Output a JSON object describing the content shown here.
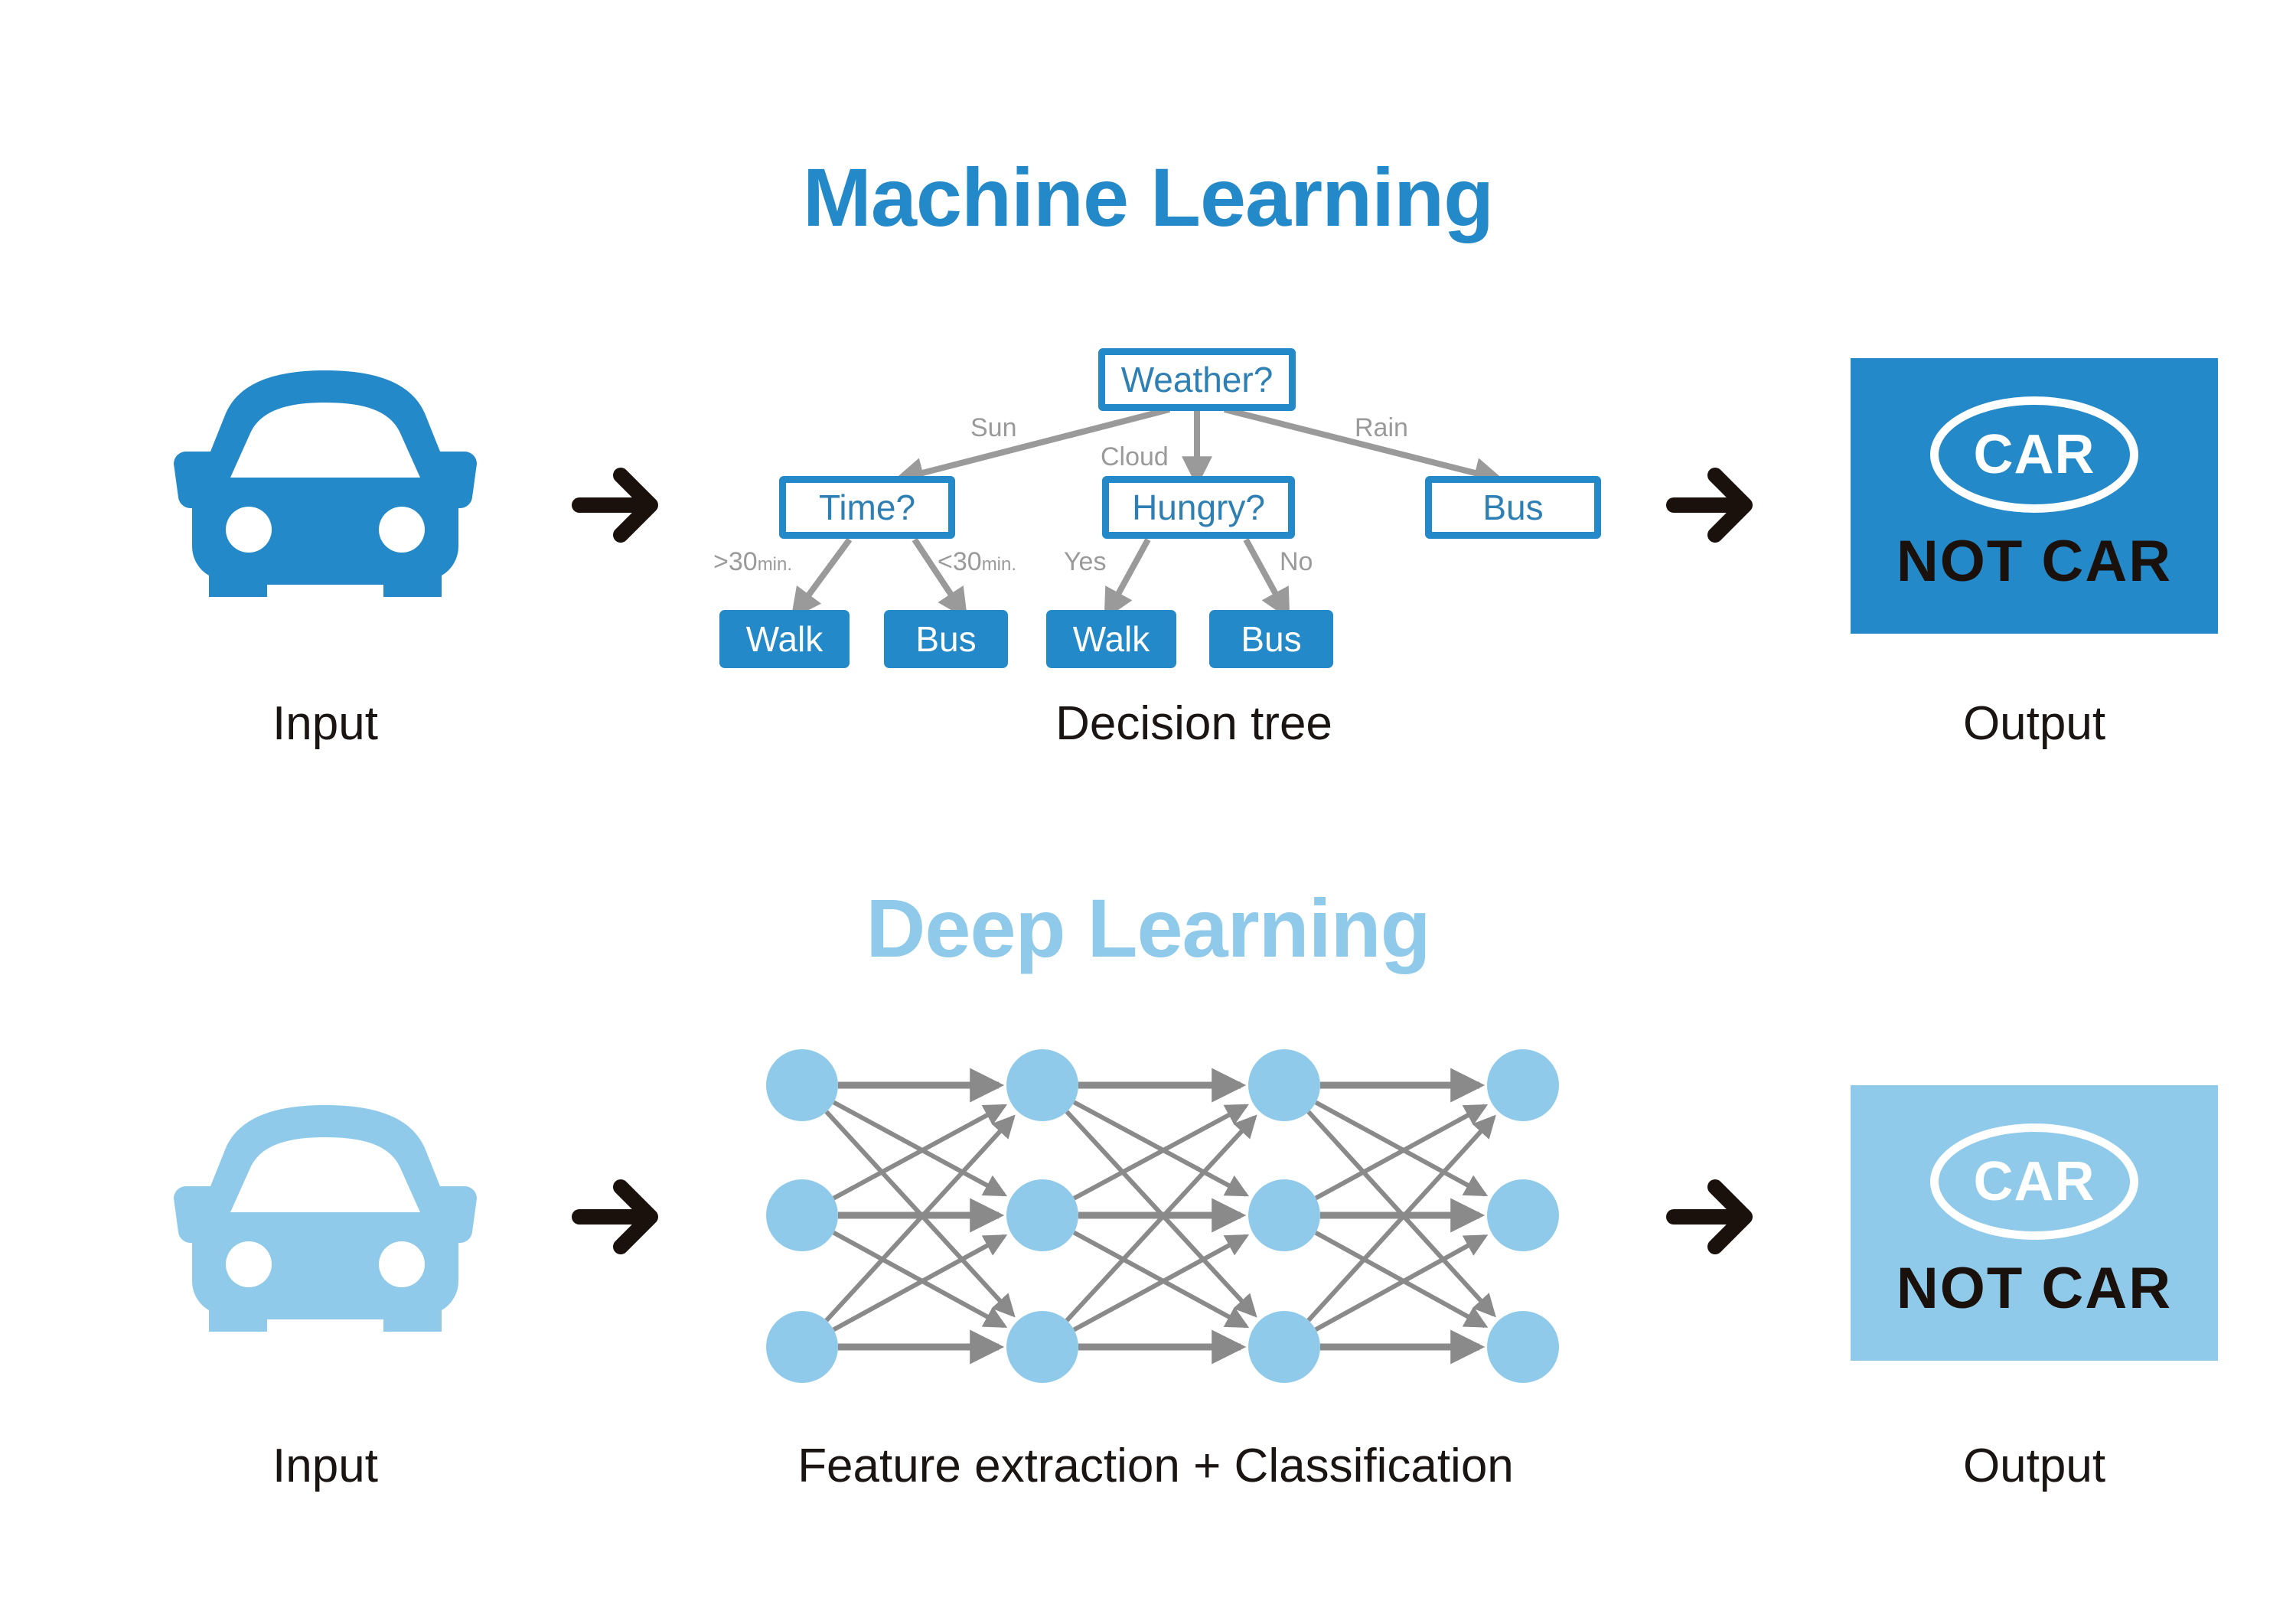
{
  "sections": {
    "machine_learning": {
      "title": "Machine Learning",
      "title_color": "#2389C8",
      "input_label": "Input",
      "middle_label": "Decision tree",
      "output_label": "Output",
      "arrow_icon": "arrow-right-icon",
      "car_icon": "car-front-icon",
      "car_icon_color": "#2389C8",
      "output": {
        "badge_text": "CAR",
        "secondary_text": "NOT CAR",
        "background": "#2389C8",
        "badge_text_color": "#FFFFFF",
        "secondary_text_color": "#1A110C"
      }
    },
    "deep_learning": {
      "title": "Deep Learning",
      "title_color": "#8FCAEA",
      "input_label": "Input",
      "middle_label": "Feature extraction + Classification",
      "output_label": "Output",
      "arrow_icon": "arrow-right-icon",
      "car_icon": "car-front-icon",
      "car_icon_color": "#8FCAEA",
      "output": {
        "badge_text": "CAR",
        "secondary_text": "NOT CAR",
        "background": "#8FCAEA",
        "badge_text_color": "#FFFFFF",
        "secondary_text_color": "#1A110C"
      }
    }
  },
  "decision_tree": {
    "node_border_color": "#2389C8",
    "node_fill_color": "#2389C8",
    "edge_color": "#9A9A9A",
    "nodes": [
      {
        "id": "weather",
        "label": "Weather?",
        "style": "hollow",
        "level": 0
      },
      {
        "id": "time",
        "label": "Time?",
        "style": "hollow",
        "level": 1
      },
      {
        "id": "hungry",
        "label": "Hungry?",
        "style": "hollow",
        "level": 1
      },
      {
        "id": "bus_rain",
        "label": "Bus",
        "style": "hollow",
        "level": 1
      },
      {
        "id": "walk_1",
        "label": "Walk",
        "style": "solid",
        "level": 2
      },
      {
        "id": "bus_1",
        "label": "Bus",
        "style": "solid",
        "level": 2
      },
      {
        "id": "walk_2",
        "label": "Walk",
        "style": "solid",
        "level": 2
      },
      {
        "id": "bus_2",
        "label": "Bus",
        "style": "solid",
        "level": 2
      }
    ],
    "edges": [
      {
        "from": "weather",
        "to": "time",
        "label": "Sun",
        "unit": ""
      },
      {
        "from": "weather",
        "to": "hungry",
        "label": "Cloud",
        "unit": ""
      },
      {
        "from": "weather",
        "to": "bus_rain",
        "label": "Rain",
        "unit": ""
      },
      {
        "from": "time",
        "to": "walk_1",
        "label": ">30",
        "unit": "min."
      },
      {
        "from": "time",
        "to": "bus_1",
        "label": "<30",
        "unit": "min."
      },
      {
        "from": "hungry",
        "to": "walk_2",
        "label": "Yes",
        "unit": ""
      },
      {
        "from": "hungry",
        "to": "bus_2",
        "label": "No",
        "unit": ""
      }
    ]
  },
  "neural_network": {
    "layers": 4,
    "nodes_per_layer": 3,
    "node_color": "#8FCAEA",
    "edge_color": "#8A8A8A",
    "fully_connected": true
  }
}
